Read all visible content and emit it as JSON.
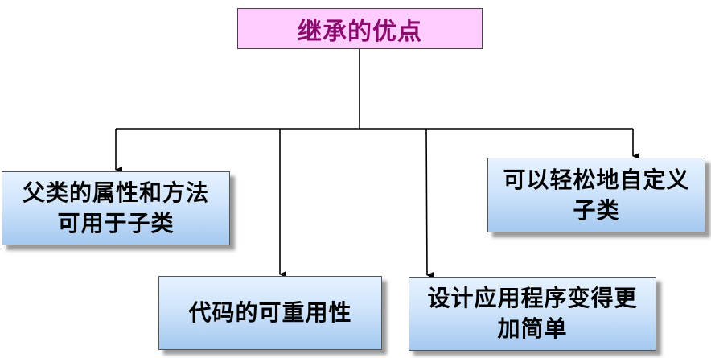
{
  "root": {
    "label": "继承的优点"
  },
  "children": [
    {
      "label": "父类的属性和方法可用于子类"
    },
    {
      "label": "代码的可重用性"
    },
    {
      "label": "设计应用程序变得更加简单"
    },
    {
      "label": "可以轻松地自定义子类"
    }
  ],
  "colors": {
    "root_fill": "#ffccff",
    "root_text": "#8b0a6e",
    "child_fill_top": "#e6f2ff",
    "child_fill_bottom": "#a4c8ef",
    "connector": "#000000"
  }
}
